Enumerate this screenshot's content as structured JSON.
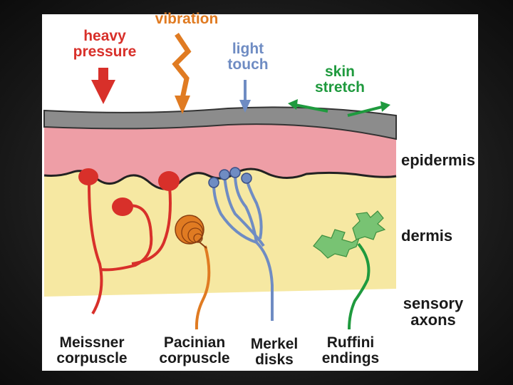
{
  "colors": {
    "heavy_pressure": "#d8302a",
    "vibration": "#e07b22",
    "light_touch": "#6f8cc3",
    "skin_stretch": "#1f9a3e",
    "surface_layer": "#8c8c8c",
    "epidermis_fill": "#ee9ea6",
    "dermis_fill": "#f6e8a2",
    "label_text": "#1a1a1a"
  },
  "stimuli": {
    "heavy_pressure": [
      "heavy",
      "pressure"
    ],
    "vibration": [
      "vibration"
    ],
    "light_touch": [
      "light",
      "touch"
    ],
    "skin_stretch": [
      "skin",
      "stretch"
    ]
  },
  "layers": {
    "epidermis": "epidermis",
    "dermis": "dermis",
    "sensory_axons": [
      "sensory",
      "axons"
    ]
  },
  "receptors": {
    "meissner": [
      "Meissner",
      "corpuscle"
    ],
    "pacinian": [
      "Pacinian",
      "corpuscle"
    ],
    "merkel": [
      "Merkel",
      "disks"
    ],
    "ruffini": [
      "Ruffini",
      "endings"
    ]
  }
}
